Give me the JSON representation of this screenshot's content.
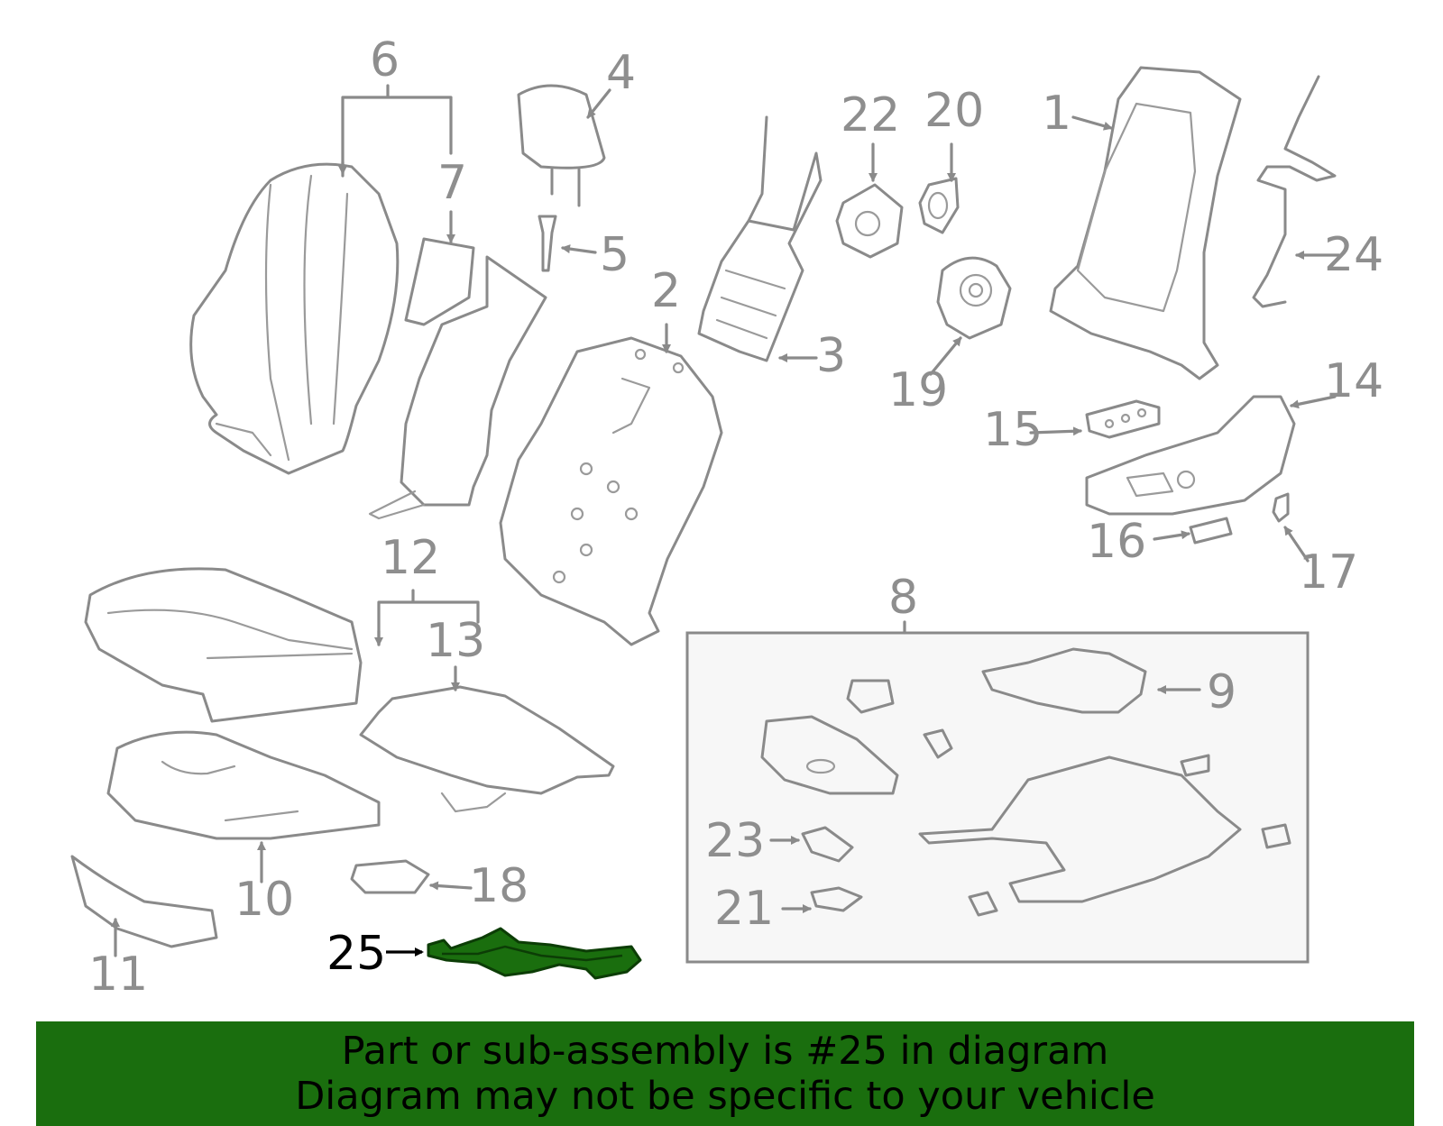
{
  "diagram": {
    "callouts": {
      "c1": "1",
      "c2": "2",
      "c3": "3",
      "c4": "4",
      "c5": "5",
      "c6": "6",
      "c7": "7",
      "c8": "8",
      "c9": "9",
      "c10": "10",
      "c11": "11",
      "c12": "12",
      "c13": "13",
      "c14": "14",
      "c15": "15",
      "c16": "16",
      "c17": "17",
      "c18": "18",
      "c19": "19",
      "c20": "20",
      "c21": "21",
      "c22": "22",
      "c23": "23",
      "c24": "24",
      "c25": "25"
    },
    "highlighted_part": "25",
    "colors": {
      "line_art": "#8a8a8a",
      "highlight": "#1a6e0e",
      "banner_background": "#1a6e0e",
      "banner_text": "#000000"
    }
  },
  "banner": {
    "line1": "Part or sub-assembly is #25 in diagram",
    "line2": "Diagram may not be specific to your vehicle"
  }
}
